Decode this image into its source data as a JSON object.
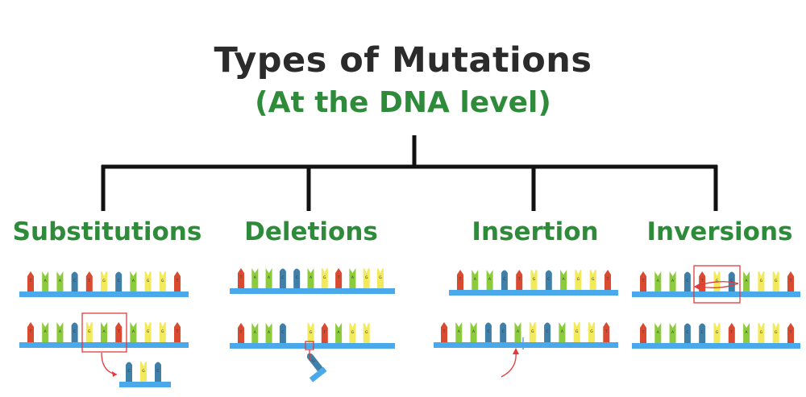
{
  "title": "Types of Mutations",
  "subtitle": "(At the DNA level)",
  "types": [
    {
      "label": "Substitutions"
    },
    {
      "label": "Deletions"
    },
    {
      "label": "Insertion"
    },
    {
      "label": "Inversions"
    }
  ],
  "colors": {
    "A": "#8ccc3c",
    "T": "#d94a30",
    "C": "#3f7fa8",
    "G": "#f2ea5a",
    "backbone": "#49a9ea",
    "highlight": "#e23a3a",
    "tree_line": "#111111",
    "title": "#2b2b2b",
    "label": "#2e8b3a"
  },
  "strands": {
    "substitution_original": "TAACTGCAGGT",
    "substitution_mutated": "TAACGATAGGT",
    "substitution_removed": "CGC",
    "deletion_original": "TAACCAGTAGG",
    "deletion_mutated": "TAAC GTAGG",
    "deletion_removed": "C",
    "insertion_original": "TAACTGCAGGT",
    "insertion_mutated": "TAACCAGCAGGT",
    "inversion_original": "TAACTGCAGGT",
    "inversion_mutated": "TAACCGTAGGT"
  }
}
